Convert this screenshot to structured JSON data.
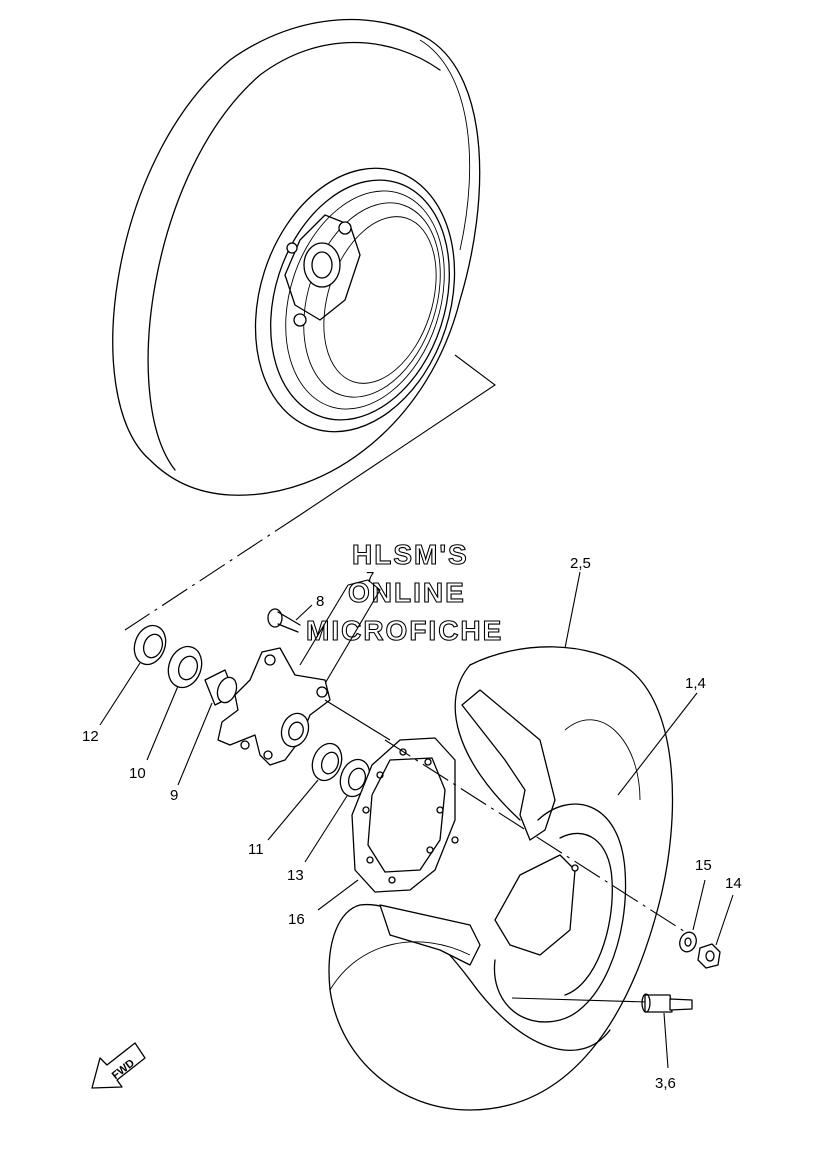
{
  "watermark": {
    "line1": "HLSM'S",
    "line2": "ONLINE",
    "line3": "MICROFICHE"
  },
  "callouts": {
    "c1": "1,4",
    "c2": "2,5",
    "c3": "3,6",
    "c7": "7",
    "c8": "8",
    "c9": "9",
    "c10": "10",
    "c11": "11",
    "c12": "12",
    "c13": "13",
    "c14": "14",
    "c15": "15",
    "c16": "16"
  },
  "direction_arrow": {
    "label": "FWD",
    "icon": "forward-arrow-icon"
  }
}
